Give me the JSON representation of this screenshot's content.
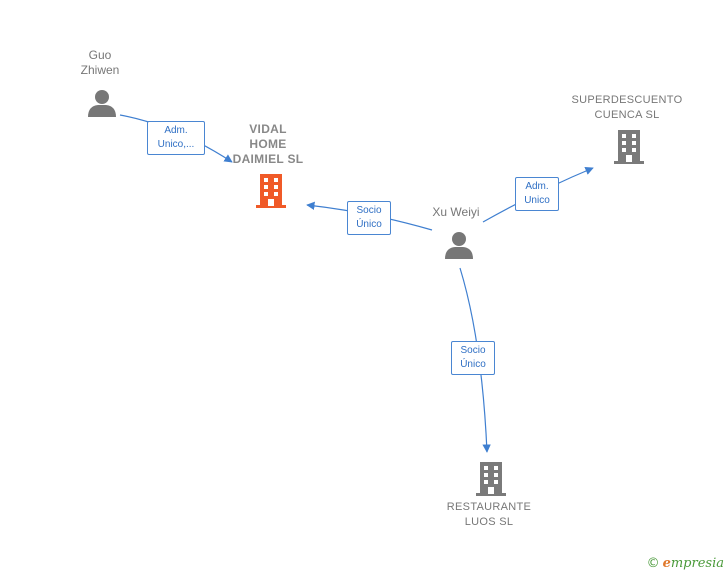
{
  "nodes": {
    "guo": {
      "name": "Guo\nZhiwen",
      "type": "person"
    },
    "vidal": {
      "name": "VIDAL\nHOME\nDAIMIEL  SL",
      "type": "company",
      "highlight": true
    },
    "super": {
      "name": "SUPERDESCUENTO\nCUENCA SL",
      "type": "company"
    },
    "xu": {
      "name": "Xu Weiyi",
      "type": "person"
    },
    "rest": {
      "name": "RESTAURANTE\nLUOS  SL",
      "type": "company"
    }
  },
  "edges": {
    "guo_vidal": "Adm.\nUnico,...",
    "xu_vidal": "Socio\nÚnico",
    "xu_super": "Adm.\nUnico",
    "xu_rest": "Socio\nÚnico"
  },
  "colors": {
    "edge": "#3f7fd0",
    "person": "#777777",
    "company": "#7a7a7a",
    "company_highlight": "#f05a28"
  },
  "brand": {
    "copyright": "©",
    "name": "mpresia",
    "initial": "e"
  }
}
